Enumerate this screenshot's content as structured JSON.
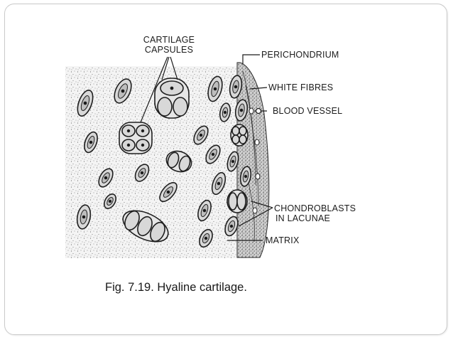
{
  "figure": {
    "labels": {
      "cartilage_capsules_line1": "CARTILAGE",
      "cartilage_capsules_line2": "CAPSULES",
      "perichondrium": "PERICHONDRIUM",
      "white_fibres": "WHITE FIBRES",
      "blood_vessel": "BLOOD VESSEL",
      "chondroblasts_line1": "CHONDROBLASTS",
      "chondroblasts_line2": "IN LACUNAE",
      "matrix": "MATRIX"
    },
    "caption": "Fig. 7.19. Hyaline cartilage."
  }
}
